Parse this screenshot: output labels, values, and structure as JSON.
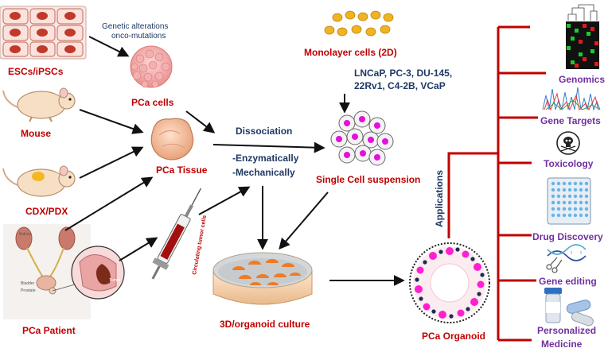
{
  "colors": {
    "red": "#c00000",
    "navy": "#1f3864",
    "purple": "#7030a0",
    "black": "#111111"
  },
  "labels": {
    "esc": "ESCs/iPSCs",
    "genetic_1": "Genetic alterations",
    "genetic_2": "onco-mutations",
    "pca_cells": "PCa cells",
    "mouse": "Mouse",
    "pca_tissue": "PCa Tissue",
    "cdx": "CDX/PDX",
    "patient": "PCa Patient",
    "kidney": "Kidney",
    "bladder": "Bladder",
    "prostate": "Prostate",
    "tumor": "Tumor",
    "ctc": "Circulating tumor cells",
    "dissociation": "Dissociation",
    "enzymatic": "-Enzymatically",
    "mechanical": "-Mechanically",
    "monolayer": "Monolayer cells (2D)",
    "lines_1": "LNCaP, PC-3, DU-145,",
    "lines_2": "22Rv1, C4-2B, VCaP",
    "single_cell": "Single Cell suspension",
    "culture": "3D/organoid culture",
    "organoid": "PCa Organoid",
    "applications": "Applications"
  },
  "applications": [
    {
      "label": "Genomics",
      "icon": "heatmap-icon"
    },
    {
      "label": "Gene Targets",
      "icon": "chromatogram-icon"
    },
    {
      "label": "Toxicology",
      "icon": "skull-icon"
    },
    {
      "label": "Drug Discovery",
      "icon": "well-plate-icon"
    },
    {
      "label": "Gene editing",
      "icon": "dna-scissors-icon"
    },
    {
      "label": "Personalized",
      "icon": "pill-bottle-icon"
    },
    {
      "label": "Medicine",
      "icon": ""
    }
  ]
}
